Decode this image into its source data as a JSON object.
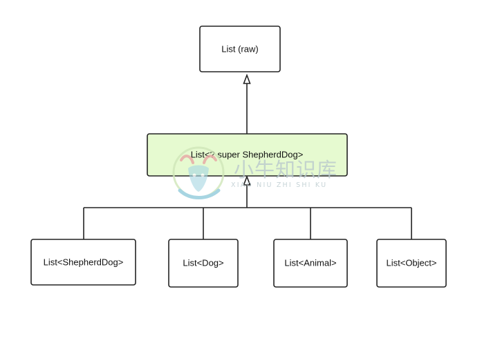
{
  "diagram": {
    "nodes": {
      "list_raw": "List (raw)",
      "list_super_shepherddog": "List<? super ShepherdDog>",
      "list_shepherddog": "List<ShepherdDog>",
      "list_dog": "List<Dog>",
      "list_animal": "List<Animal>",
      "list_object": "List<Object>"
    },
    "highlight_color": "#e6fad0"
  },
  "watermark": {
    "title": "小牛知识库",
    "subtitle": "XIAO NIU ZHI SHI KU",
    "logo": "bull-head-logo"
  }
}
